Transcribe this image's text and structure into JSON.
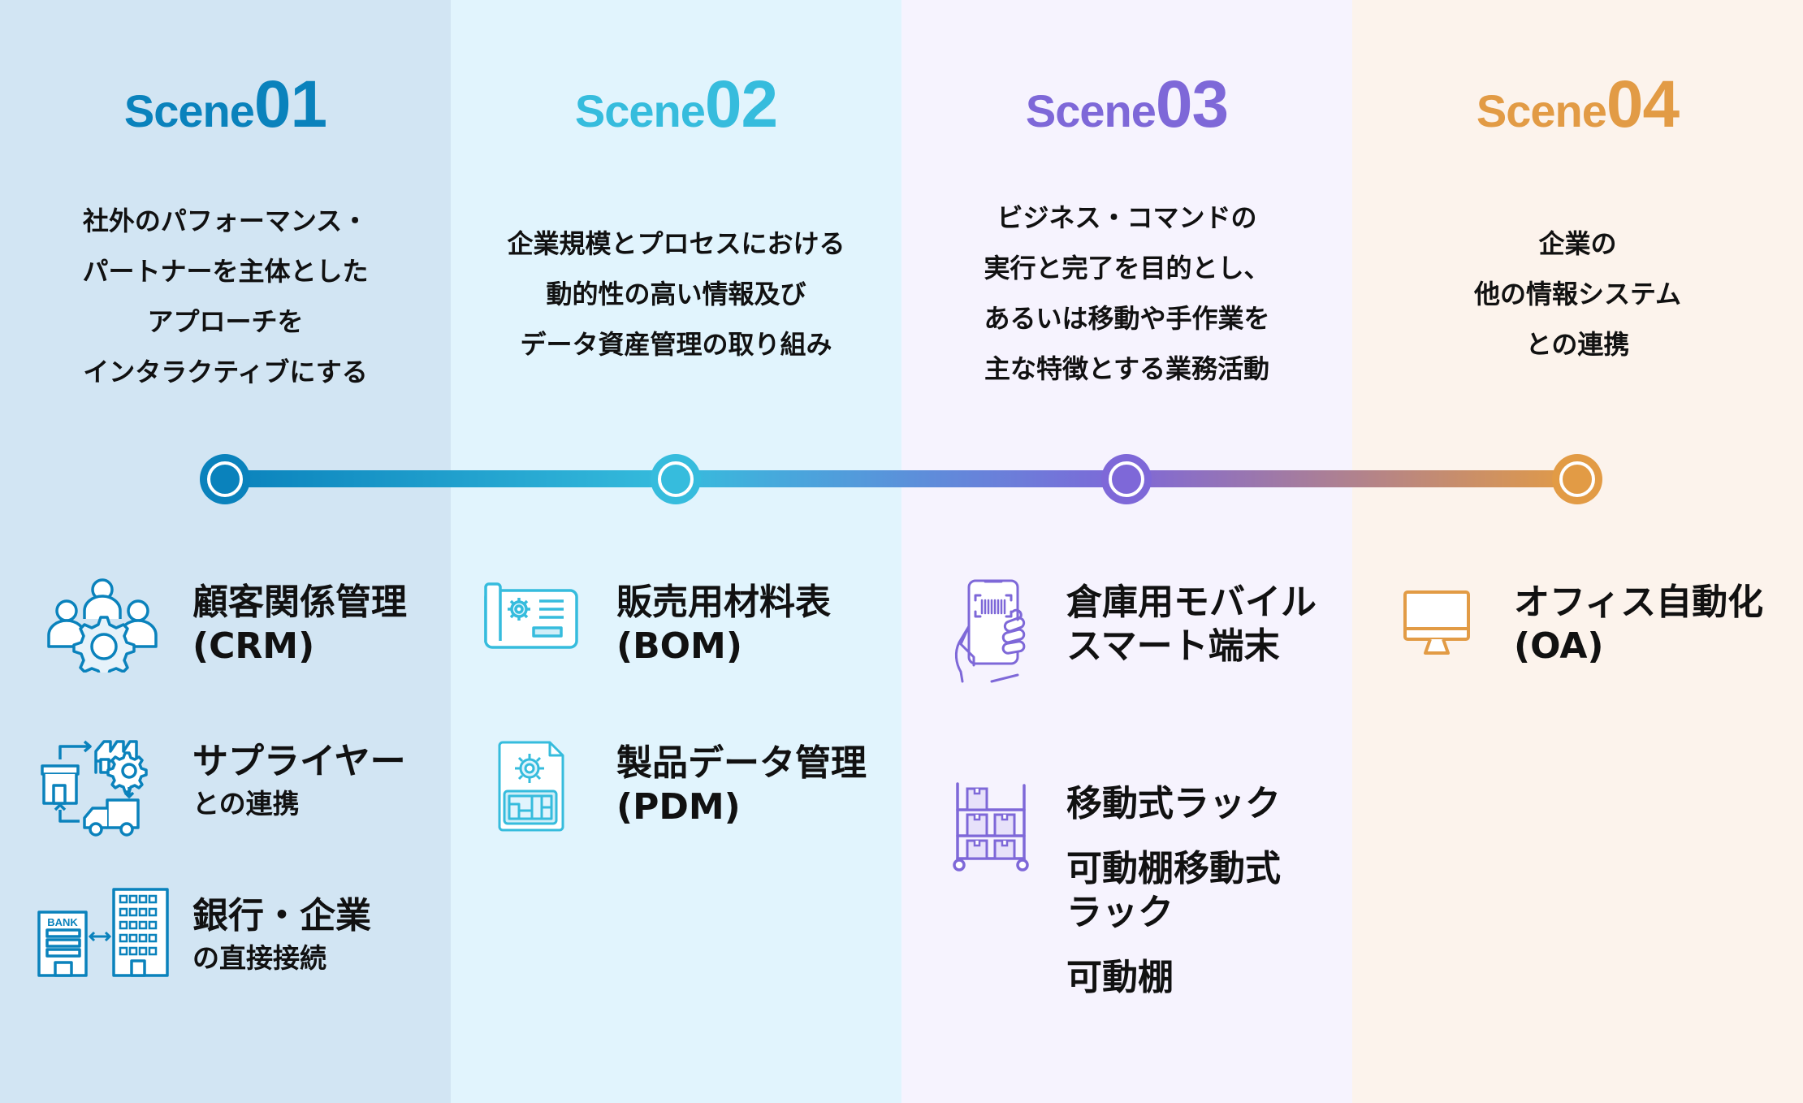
{
  "colors": {
    "scene1": "#0A82BC",
    "scene2": "#36BCDD",
    "scene3": "#7E68D8",
    "scene4": "#E29B45",
    "bg1": "#D2E5F3",
    "bg2": "#E1F4FD",
    "bg3": "#F6F3FE",
    "bg4": "#FCF3EC"
  },
  "scenes": [
    {
      "word": "Scene",
      "number": "01",
      "description": [
        "社外のパフォーマンス・",
        "パートナーを主体とした",
        "アプローチを",
        "インタラクティブにする"
      ],
      "items": [
        {
          "icon": "crm-people-gear-icon",
          "title": "顧客関係管理",
          "subtitle": "(CRM)"
        },
        {
          "icon": "supplier-factory-truck-icon",
          "title": "サプライヤー",
          "subtitle": "との連携"
        },
        {
          "icon": "bank-building-icon",
          "title": "銀行・企業",
          "subtitle": "の直接接続",
          "icon_label": "BANK"
        }
      ]
    },
    {
      "word": "Scene",
      "number": "02",
      "description": [
        "企業規模とプロセスにおける",
        "動的性の高い情報及び",
        "データ資産管理の取り組み"
      ],
      "items": [
        {
          "icon": "bom-blueprint-icon",
          "title": "販売用材料表",
          "subtitle": "(BOM)"
        },
        {
          "icon": "pdm-document-gear-icon",
          "title": "製品データ管理",
          "subtitle": "(PDM)"
        }
      ]
    },
    {
      "word": "Scene",
      "number": "03",
      "description": [
        "ビジネス・コマンドの",
        "実行と完了を目的とし、",
        "あるいは移動や手作業を",
        "主な特徴とする業務活動"
      ],
      "items": [
        {
          "icon": "mobile-barcode-scanner-icon",
          "title": "倉庫用モバイル",
          "subtitle": "スマート端末"
        },
        {
          "icon": "mobile-rack-icon",
          "lines": [
            "移動式ラック",
            "可動棚移動式",
            "ラック",
            "可動棚"
          ]
        }
      ]
    },
    {
      "word": "Scene",
      "number": "04",
      "description": [
        "企業の",
        "他の情報システム",
        "との連携"
      ],
      "items": [
        {
          "icon": "monitor-icon",
          "title": "オフィス自動化",
          "subtitle": "(OA)"
        }
      ]
    }
  ]
}
